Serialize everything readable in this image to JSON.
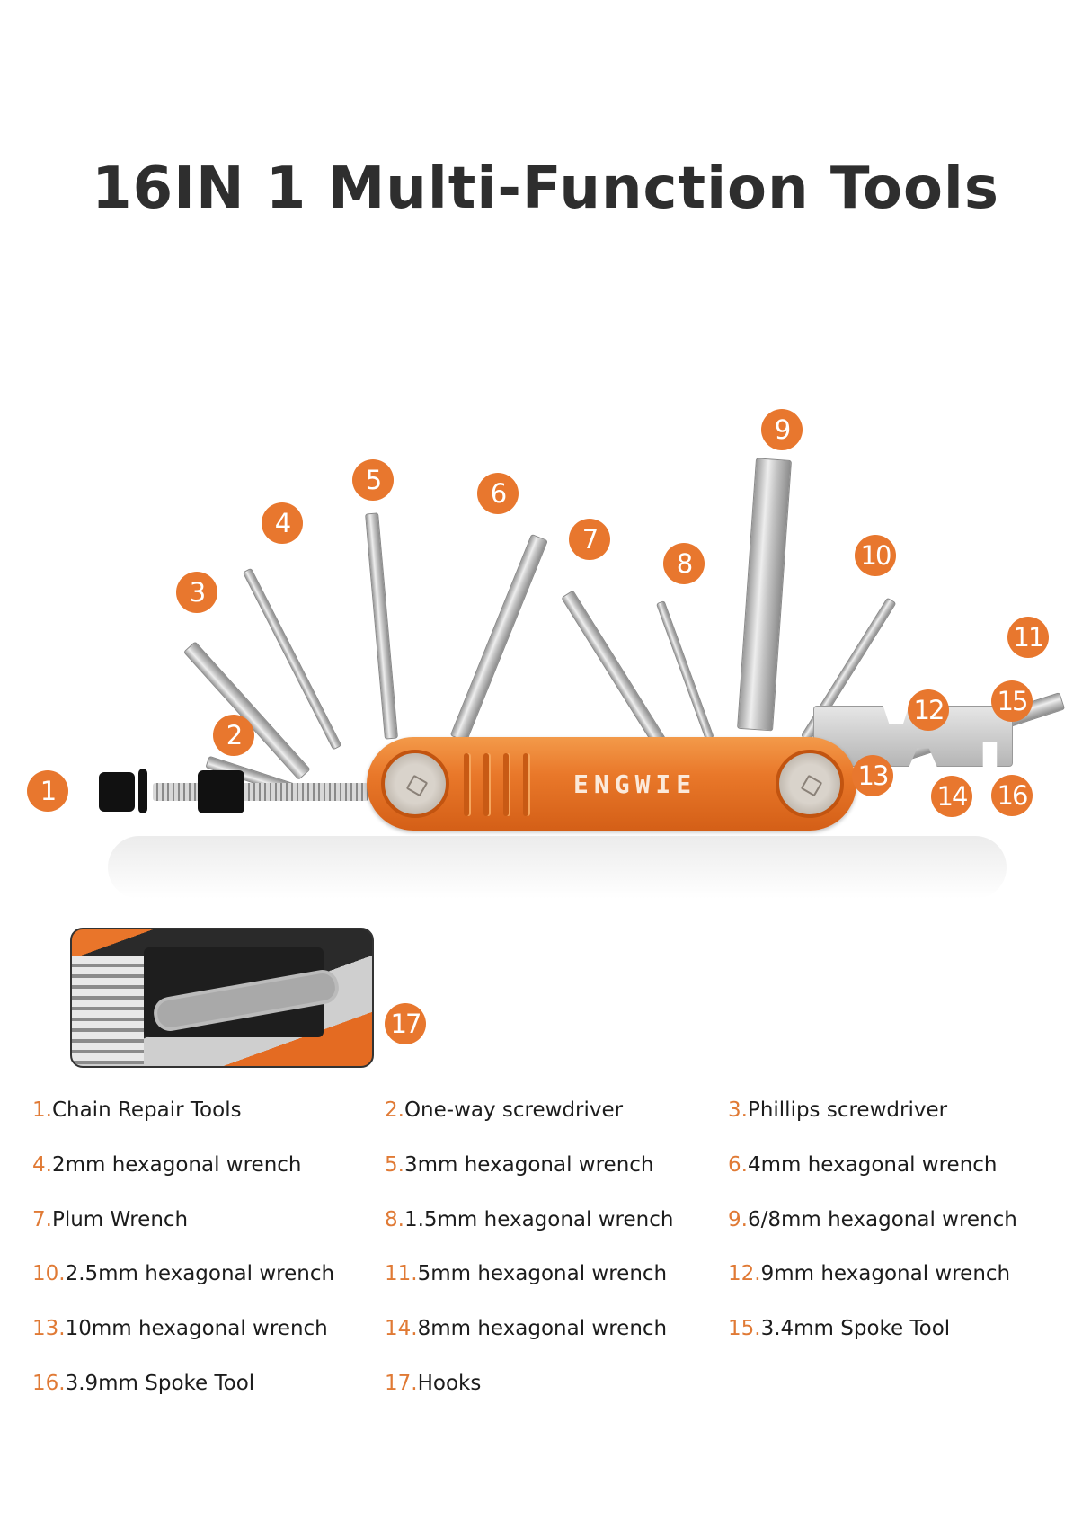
{
  "header": {
    "title": "16IN 1 Multi-Function Tools"
  },
  "product": {
    "brand_mark": "ENGWIE",
    "accent_color": "#e8772e",
    "body_color": "#e9782a"
  },
  "callouts": [
    {
      "num": "1"
    },
    {
      "num": "2"
    },
    {
      "num": "3"
    },
    {
      "num": "4"
    },
    {
      "num": "5"
    },
    {
      "num": "6"
    },
    {
      "num": "7"
    },
    {
      "num": "8"
    },
    {
      "num": "9"
    },
    {
      "num": "10"
    },
    {
      "num": "11"
    },
    {
      "num": "12"
    },
    {
      "num": "13"
    },
    {
      "num": "14"
    },
    {
      "num": "15"
    },
    {
      "num": "16"
    },
    {
      "num": "17"
    }
  ],
  "legend": {
    "rows": [
      [
        {
          "num": "1.",
          "label": "Chain Repair Tools"
        },
        {
          "num": "2.",
          "label": "One-way screwdriver"
        },
        {
          "num": "3.",
          "label": "Phillips screwdriver"
        }
      ],
      [
        {
          "num": "4.",
          "label": "2mm hexagonal wrench"
        },
        {
          "num": "5.",
          "label": "3mm hexagonal wrench"
        },
        {
          "num": "6.",
          "label": "4mm hexagonal wrench"
        }
      ],
      [
        {
          "num": "7.",
          "label": "Plum Wrench"
        },
        {
          "num": "8.",
          "label": "1.5mm hexagonal wrench"
        },
        {
          "num": "9.",
          "label": "6/8mm hexagonal wrench"
        }
      ],
      [
        {
          "num": "10.",
          "label": "2.5mm hexagonal wrench"
        },
        {
          "num": "11.",
          "label": "5mm hexagonal wrench"
        },
        {
          "num": "12.",
          "label": "9mm hexagonal wrench"
        }
      ],
      [
        {
          "num": "13.",
          "label": "10mm hexagonal wrench"
        },
        {
          "num": "14.",
          "label": "8mm hexagonal wrench"
        },
        {
          "num": "15.",
          "label": "3.4mm Spoke Tool"
        }
      ],
      [
        {
          "num": "16.",
          "label": "3.9mm Spoke Tool"
        },
        {
          "num": "17.",
          "label": "Hooks"
        }
      ]
    ]
  }
}
